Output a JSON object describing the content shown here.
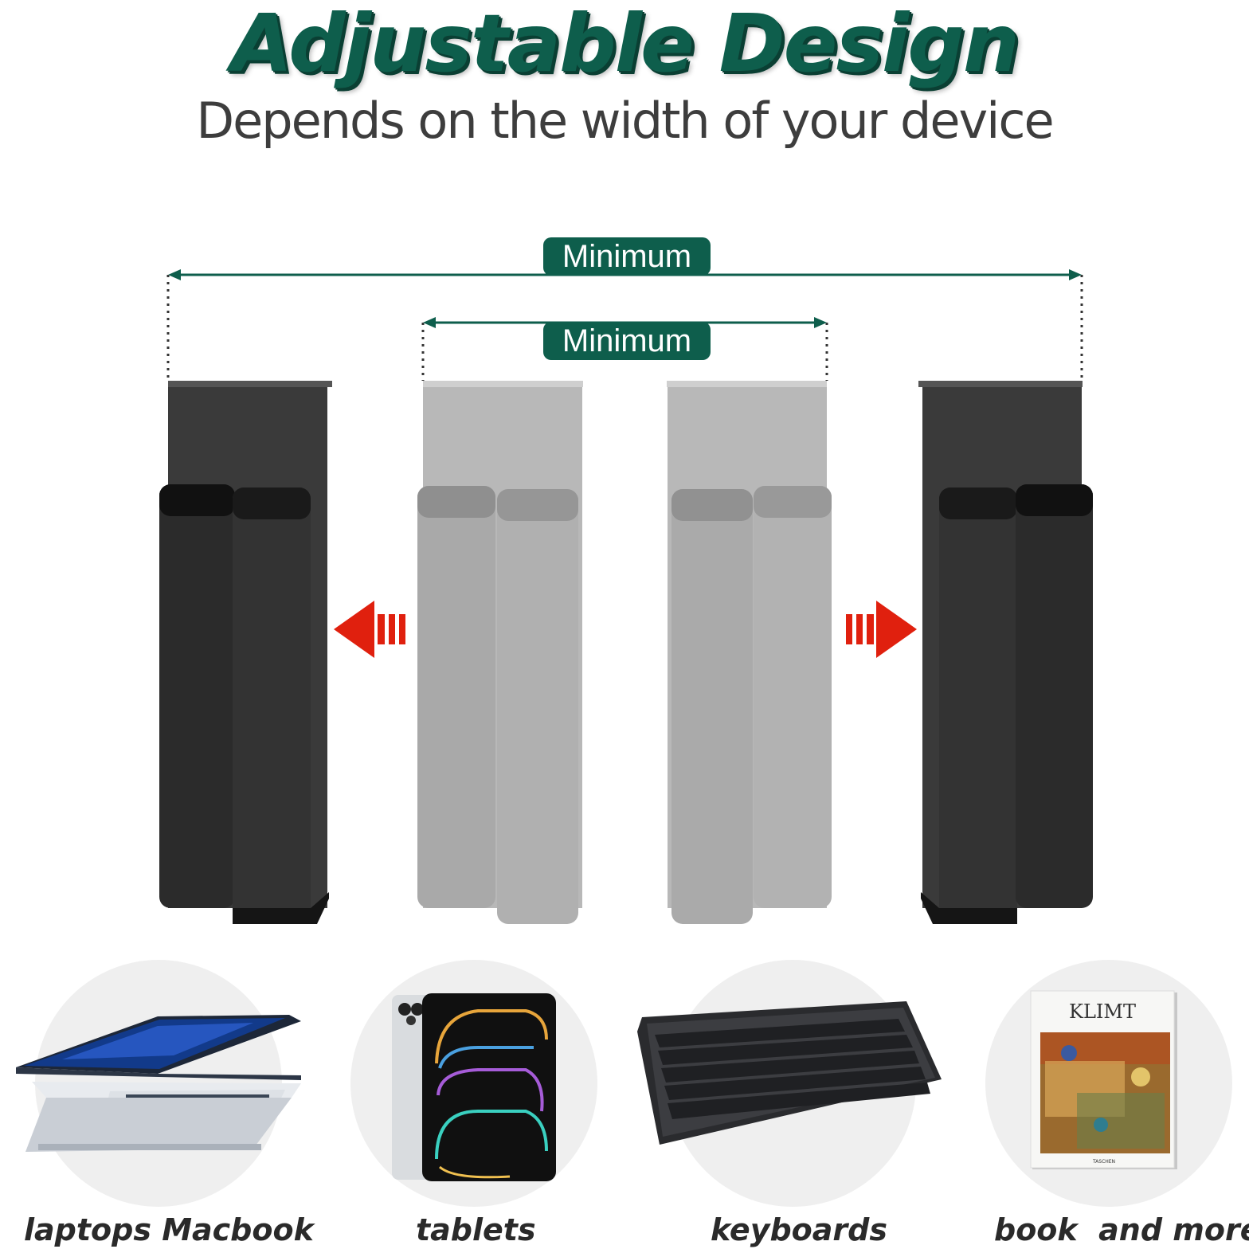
{
  "header": {
    "title": "Adjustable Design",
    "subtitle": "Depends on the width of your device"
  },
  "dimensions": {
    "outer_label": "Minimum",
    "inner_label": "Minimum"
  },
  "colors": {
    "accent": "#0e5e4c",
    "arrow": "#e0200e",
    "stand_dark": "#2f2f2f",
    "stand_light": "#b3b3b3"
  },
  "devices": [
    {
      "label": "laptops Macbook",
      "icon": "laptop-icon"
    },
    {
      "label": "tablets",
      "icon": "tablet-icon"
    },
    {
      "label": "keyboards",
      "icon": "keyboard-icon"
    },
    {
      "label": "book  and more...",
      "icon": "book-icon"
    }
  ],
  "book": {
    "title": "KLIMT",
    "publisher": "TASCHEN"
  }
}
